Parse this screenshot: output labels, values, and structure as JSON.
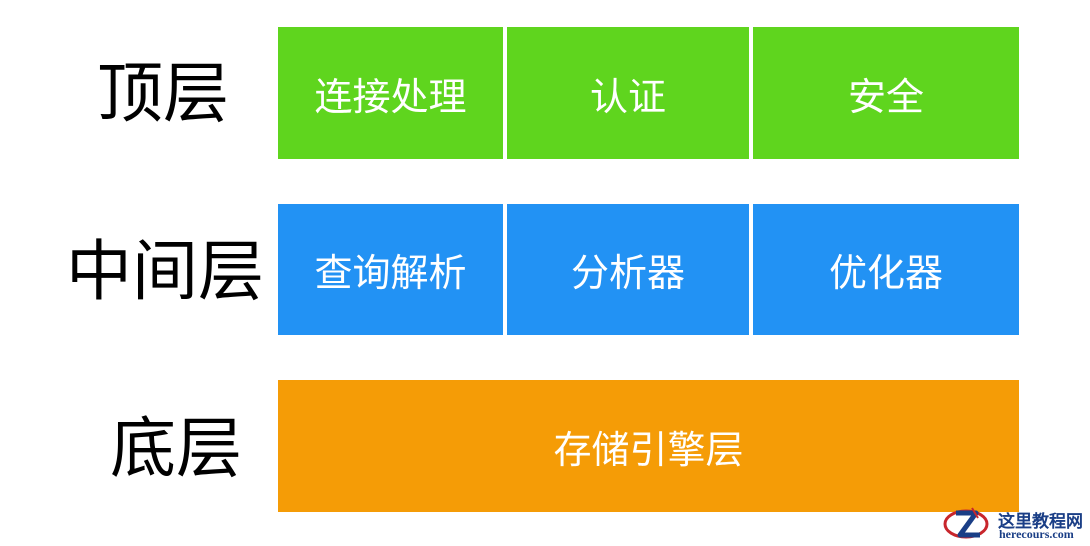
{
  "layers": {
    "top": {
      "label": "顶层",
      "boxes": [
        "连接处理",
        "认证",
        "安全"
      ]
    },
    "middle": {
      "label": "中间层",
      "boxes": [
        "查询解析",
        "分析器",
        "优化器"
      ]
    },
    "bottom": {
      "label": "底层",
      "boxes": [
        "存储引擎层"
      ]
    }
  },
  "colors": {
    "top": "#5fd51e",
    "middle": "#2292f4",
    "bottom": "#f59c06",
    "box_text": "#ffffff",
    "label_text": "#000000"
  },
  "watermark": {
    "title": "这里教程网",
    "subtitle": "herecours.com",
    "icon": "z-logo-icon"
  }
}
